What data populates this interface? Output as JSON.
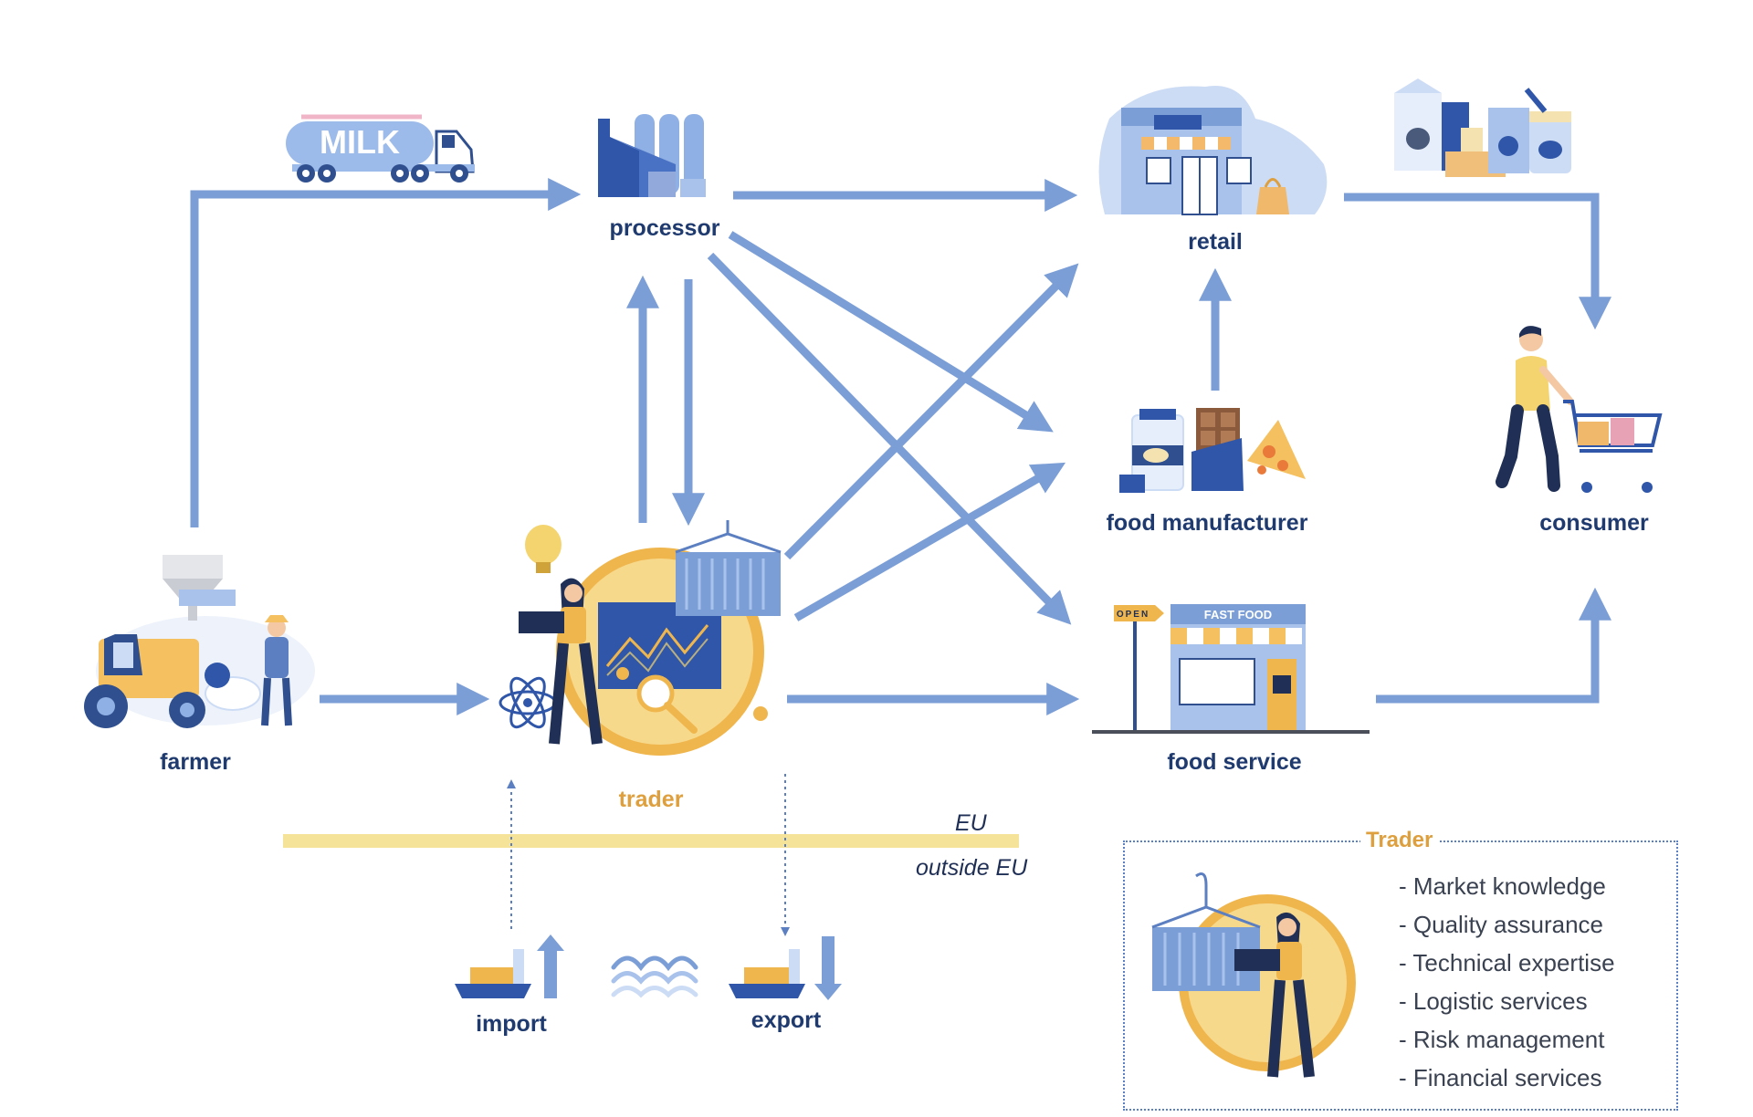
{
  "nodes": {
    "processor": "processor",
    "retail": "retail",
    "food_manufacturer": "food manufacturer",
    "consumer": "consumer",
    "farmer": "farmer",
    "trader": "trader",
    "food_service": "food service",
    "import": "import",
    "export": "export"
  },
  "truck_label": "MILK",
  "shop_signs": {
    "open": "OPEN",
    "fast_food": "FAST FOOD"
  },
  "border": {
    "eu": "EU",
    "outside_eu": "outside EU"
  },
  "legend": {
    "title": "Trader",
    "items": [
      "- Market knowledge",
      "- Quality assurance",
      "- Technical expertise",
      "- Logistic services",
      "- Risk management",
      "- Financial services"
    ]
  },
  "colors": {
    "arrow": "#7b9ed6",
    "label": "#1f3a6e",
    "accent": "#dea03e",
    "eu_band": "#f6e39a",
    "dashed": "#5b7fc0"
  }
}
